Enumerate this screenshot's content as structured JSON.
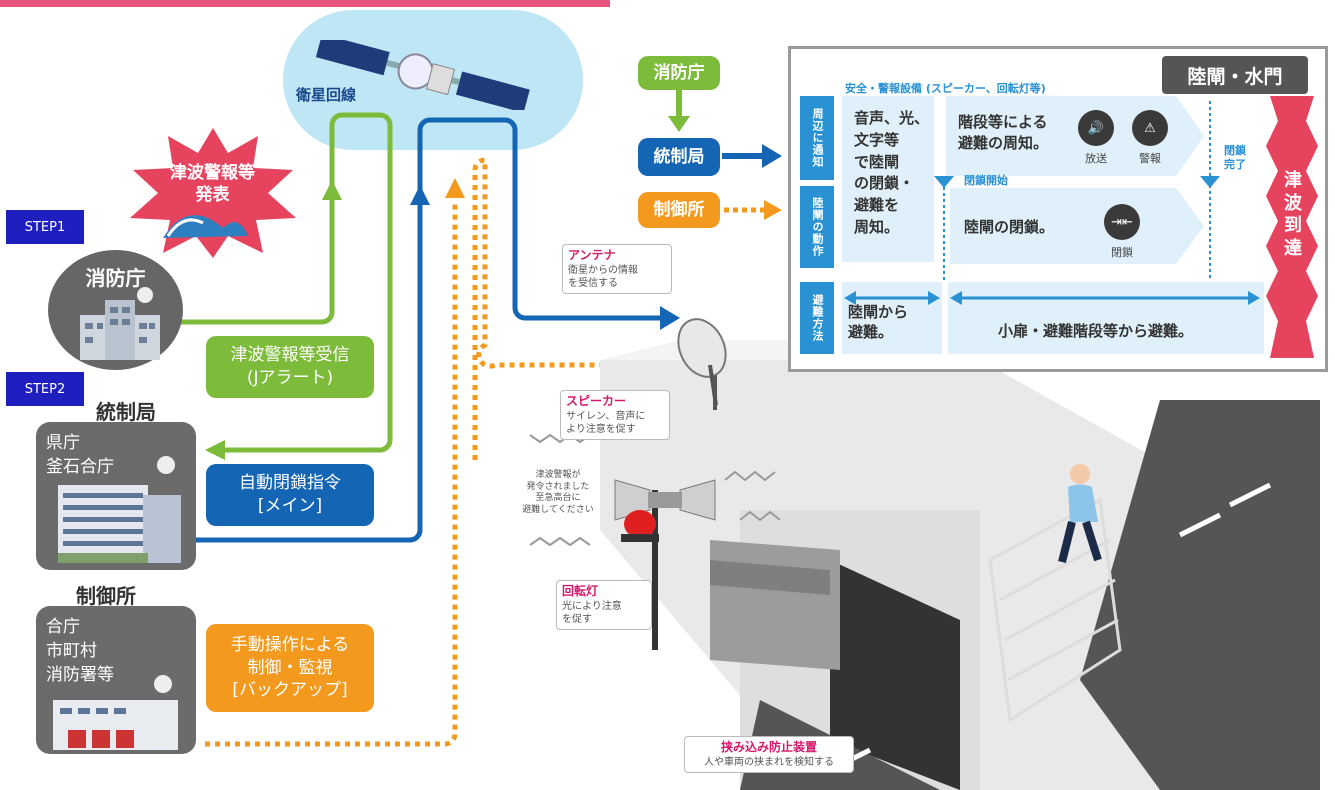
{
  "header_text": "",
  "steps": {
    "step1": "STEP1",
    "step2": "STEP2"
  },
  "burst": {
    "line1": "津波警報等",
    "line2": "発表"
  },
  "satellite_label": "衛星回線",
  "left": {
    "fire_dept": "消防庁",
    "control_bureau": "統制局",
    "bureau_box": {
      "line1": "県庁",
      "line2": "釜石合庁"
    },
    "control_station": "制御所",
    "station_box": {
      "line1": "合庁",
      "line2": "市町村",
      "line3": "消防署等"
    }
  },
  "pills": {
    "jalert": {
      "line1": "津波警報等受信",
      "line2": "(Jアラート)"
    },
    "auto": {
      "line1": "自動閉鎖指令",
      "line2": "[メイン]"
    },
    "manual": {
      "line1": "手動操作による",
      "line2": "制御・監視",
      "line3": "[バックアップ]"
    }
  },
  "legend": {
    "fire_dept": "消防庁",
    "control_bureau": "統制局",
    "control_station": "制御所"
  },
  "notes": {
    "antenna": {
      "head": "アンテナ",
      "body1": "衛星からの情報",
      "body2": "を受信する"
    },
    "speaker": {
      "head": "スピーカー",
      "body1": "サイレン、音声に",
      "body2": "より注意を促す"
    },
    "announce": {
      "line1": "津波警報が",
      "line2": "発令されました",
      "line3": "至急高台に",
      "line4": "避難してください"
    },
    "beacon": {
      "head": "回転灯",
      "body1": "光により注意",
      "body2": "を促す"
    },
    "pinch": {
      "head": "挟み込み防止装置",
      "body": "人や車両の挟まれを検知する"
    }
  },
  "panel": {
    "title": "陸閘・水門",
    "equipment_header": "安全・警報設備 (スピーカー、回転灯等)",
    "row_labels": {
      "notify": "周辺に通知",
      "action": "陸閘の動作",
      "evac": "避難方法"
    },
    "col1_text": [
      "音声、光、",
      "文字等",
      "で陸閘",
      "の閉鎖・",
      "避難を",
      "周知。"
    ],
    "notify_text": [
      "階段等による",
      "避難の周知。"
    ],
    "close_start": "閉鎖開始",
    "close_done": [
      "閉鎖",
      "完了"
    ],
    "action_text": "陸閘の閉鎖。",
    "evac_left": [
      "陸閘から",
      "避難。"
    ],
    "evac_right": "小扉・避難階段等から避難。",
    "tsunami": [
      "津",
      "波",
      "到",
      "達"
    ],
    "icons": {
      "broadcast": "放送",
      "alarm": "警報",
      "close": "閉鎖"
    }
  },
  "colors": {
    "green": "#7dbb3b",
    "blue": "#1565b5",
    "orange": "#f39a1e",
    "pink": "#e6435f",
    "panel_blue": "#2a91d2",
    "cell": "#dff0fa"
  }
}
